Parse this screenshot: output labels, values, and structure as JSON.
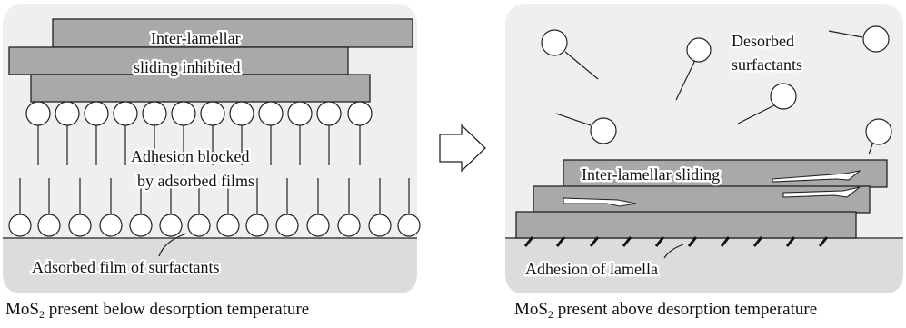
{
  "left_panel": {
    "label_sliding_inhibited_line1": "Inter-lamellar",
    "label_sliding_inhibited_line2": "sliding inhibited",
    "label_adhesion_blocked_line1": "Adhesion blocked",
    "label_adhesion_blocked_line2": "by adsorbed films",
    "label_adsorbed_film": "Adsorbed film of surfactants",
    "caption_pre": "MoS",
    "caption_sub": "2",
    "caption_post": " present below desorption temperature"
  },
  "right_panel": {
    "label_desorbed_line1": "Desorbed",
    "label_desorbed_line2": "surfactants",
    "label_sliding": "Inter-lamellar sliding",
    "label_adhesion": "Adhesion of lamella",
    "caption_pre": "MoS",
    "caption_sub": "2",
    "caption_post": " present above desorption temperature"
  },
  "colors": {
    "panel_bg": "#efefef",
    "substrate": "#dcdcdc",
    "lamella": "#a9a9a9",
    "stroke": "#222222"
  }
}
